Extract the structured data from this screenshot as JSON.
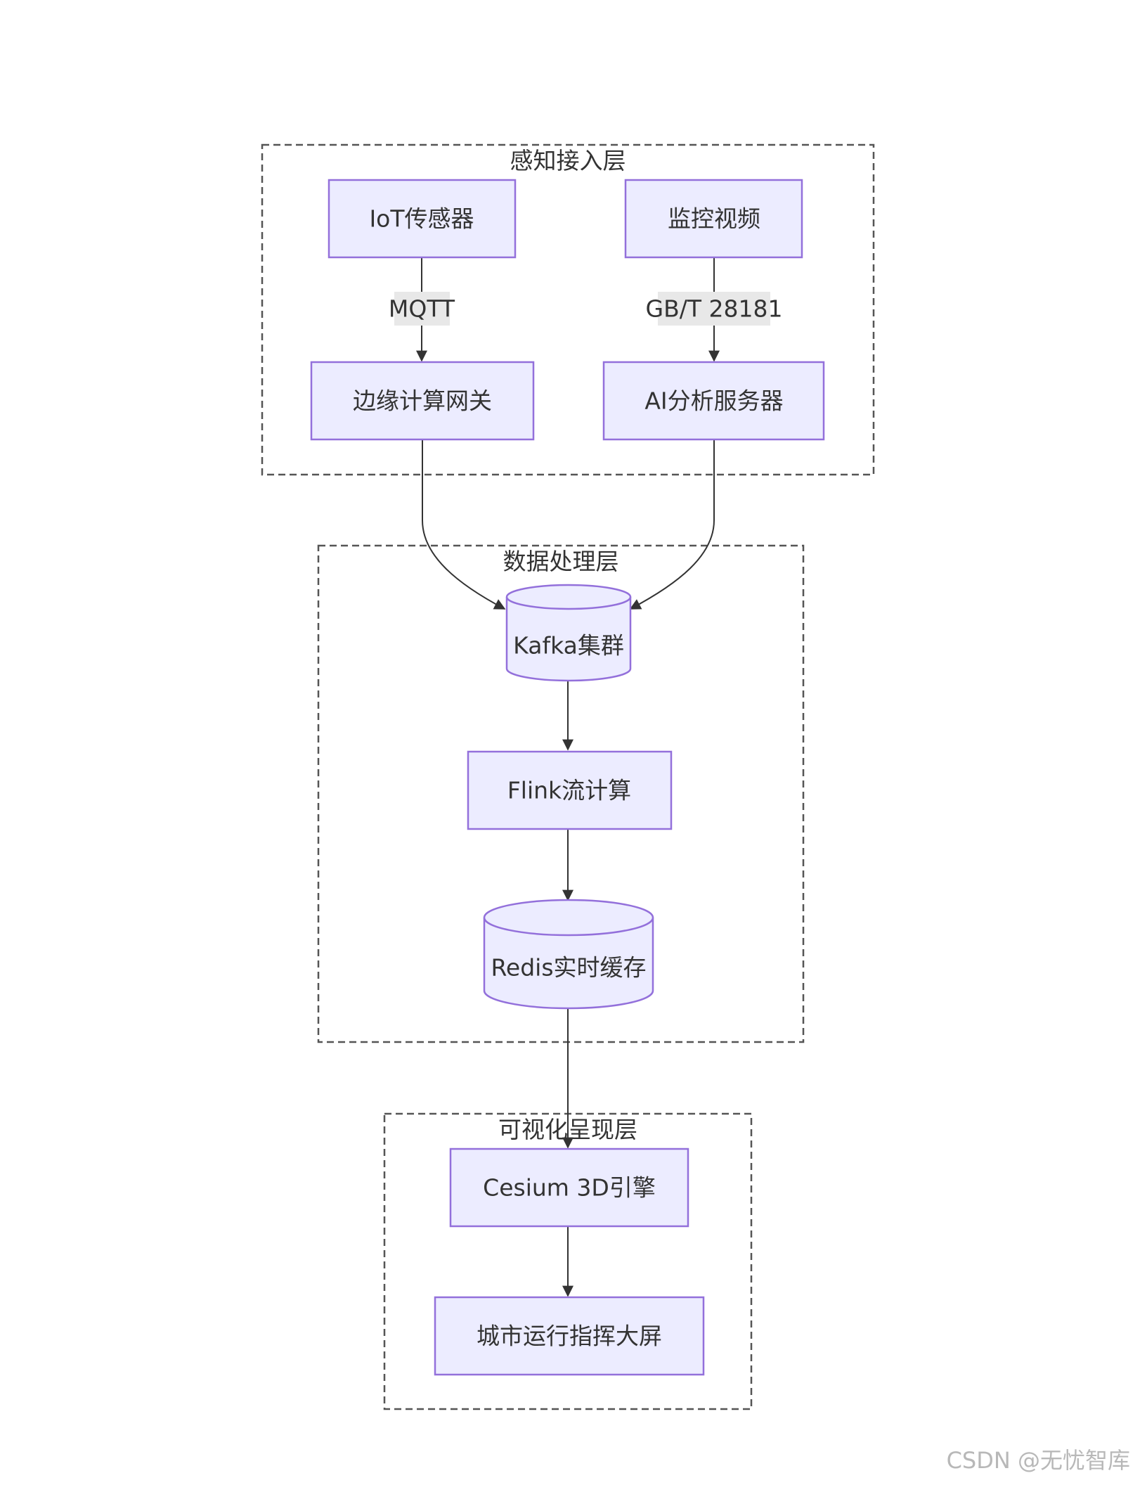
{
  "groups": {
    "perception": {
      "title": "感知接入层"
    },
    "processing": {
      "title": "数据处理层"
    },
    "visualization": {
      "title": "可视化呈现层"
    }
  },
  "nodes": {
    "iot_sensor": "IoT传感器",
    "video_monitor": "监控视频",
    "edge_gateway": "边缘计算网关",
    "ai_server": "AI分析服务器",
    "kafka": "Kafka集群",
    "flink": "Flink流计算",
    "redis": "Redis实时缓存",
    "cesium": "Cesium 3D引擎",
    "command_screen": "城市运行指挥大屏"
  },
  "edges": {
    "mqtt": "MQTT",
    "gbt": "GB/T 28181"
  },
  "colors": {
    "node_fill": "#ECECFF",
    "node_stroke": "#9370DB",
    "edge": "#333333",
    "label_bg": "#e8e8e8"
  },
  "watermark": "CSDN @无忧智库"
}
